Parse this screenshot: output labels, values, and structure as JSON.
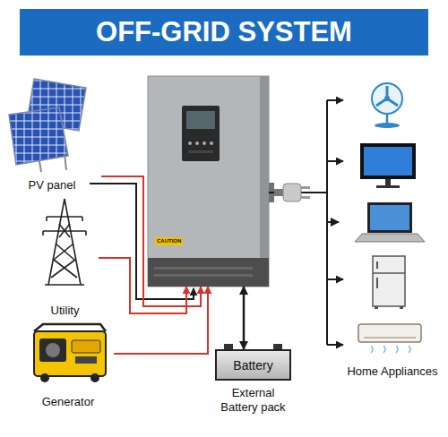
{
  "diagram": {
    "title": "OFF-GRID SYSTEM",
    "nodes": [
      {
        "text": [
          "PV panel"
        ]
      },
      {
        "text": [
          "Utility"
        ]
      },
      {
        "text": [
          "Generator"
        ]
      },
      {
        "text": [
          "CAUTION"
        ]
      },
      {
        "text": [
          "Battery",
          "External Battery pack"
        ]
      },
      {
        "text": [
          "Home Appliances"
        ]
      }
    ],
    "edges": [
      {
        "from": 0,
        "to": 3,
        "arrow": "to"
      },
      {
        "from": 1,
        "to": 3,
        "arrow": "to"
      },
      {
        "from": 2,
        "to": 3,
        "arrow": "to"
      },
      {
        "from": 3,
        "to": 4,
        "arrow": "both"
      },
      {
        "from": 3,
        "to": 5,
        "arrow": "to"
      }
    ]
  }
}
